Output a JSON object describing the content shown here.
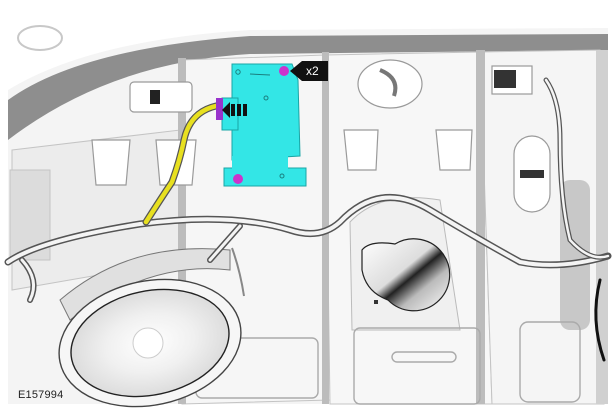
{
  "figure": {
    "id_label": "E157994",
    "description": "Vehicle rear parcel shelf with highlighted electronic module, yellow harness connector and oval speaker",
    "callouts": [
      {
        "label": "x2",
        "target": "module-fasteners"
      }
    ],
    "connector_arrow": {
      "direction": "left",
      "meaning": "disconnect-electrical-connector"
    },
    "colors": {
      "module_highlight": "#33e6e6",
      "fastener": "#cc33cc",
      "connector_housing": "#9933cc",
      "harness_wire": "#e8e020",
      "callout_bg": "#111111",
      "panel_shadow": "#8a8a8a",
      "panel": "#f2f2f2"
    }
  }
}
